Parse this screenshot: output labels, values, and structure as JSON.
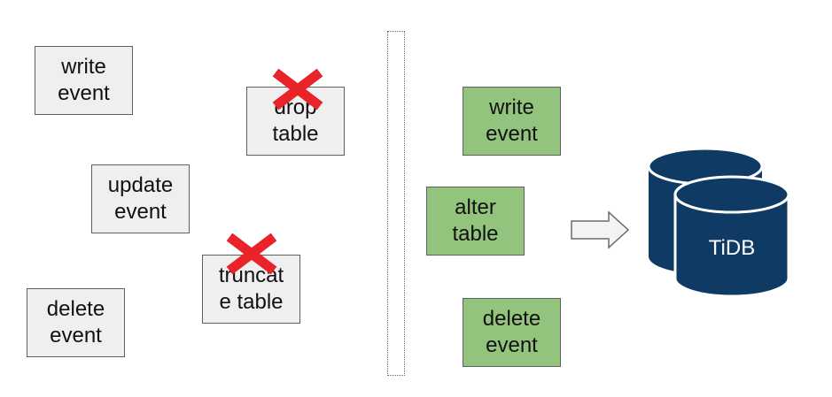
{
  "left_boxes": {
    "write_event": "write\nevent",
    "update_event": "update\nevent",
    "delete_event": "delete\nevent",
    "drop_table": "drop\ntable",
    "truncate_table": "truncat\ne table"
  },
  "right_boxes": {
    "write_event": "write\nevent",
    "alter_table": "alter\ntable",
    "delete_event": "delete\nevent"
  },
  "database": {
    "label": "TiDB"
  },
  "colors": {
    "gray_box": "#efefef",
    "green_box": "#93c47d",
    "cross": "#e8232a",
    "database": "#0f3a63"
  },
  "icons": {
    "cross": "x-mark-icon",
    "arrow": "right-arrow-icon",
    "database": "database-icon"
  }
}
